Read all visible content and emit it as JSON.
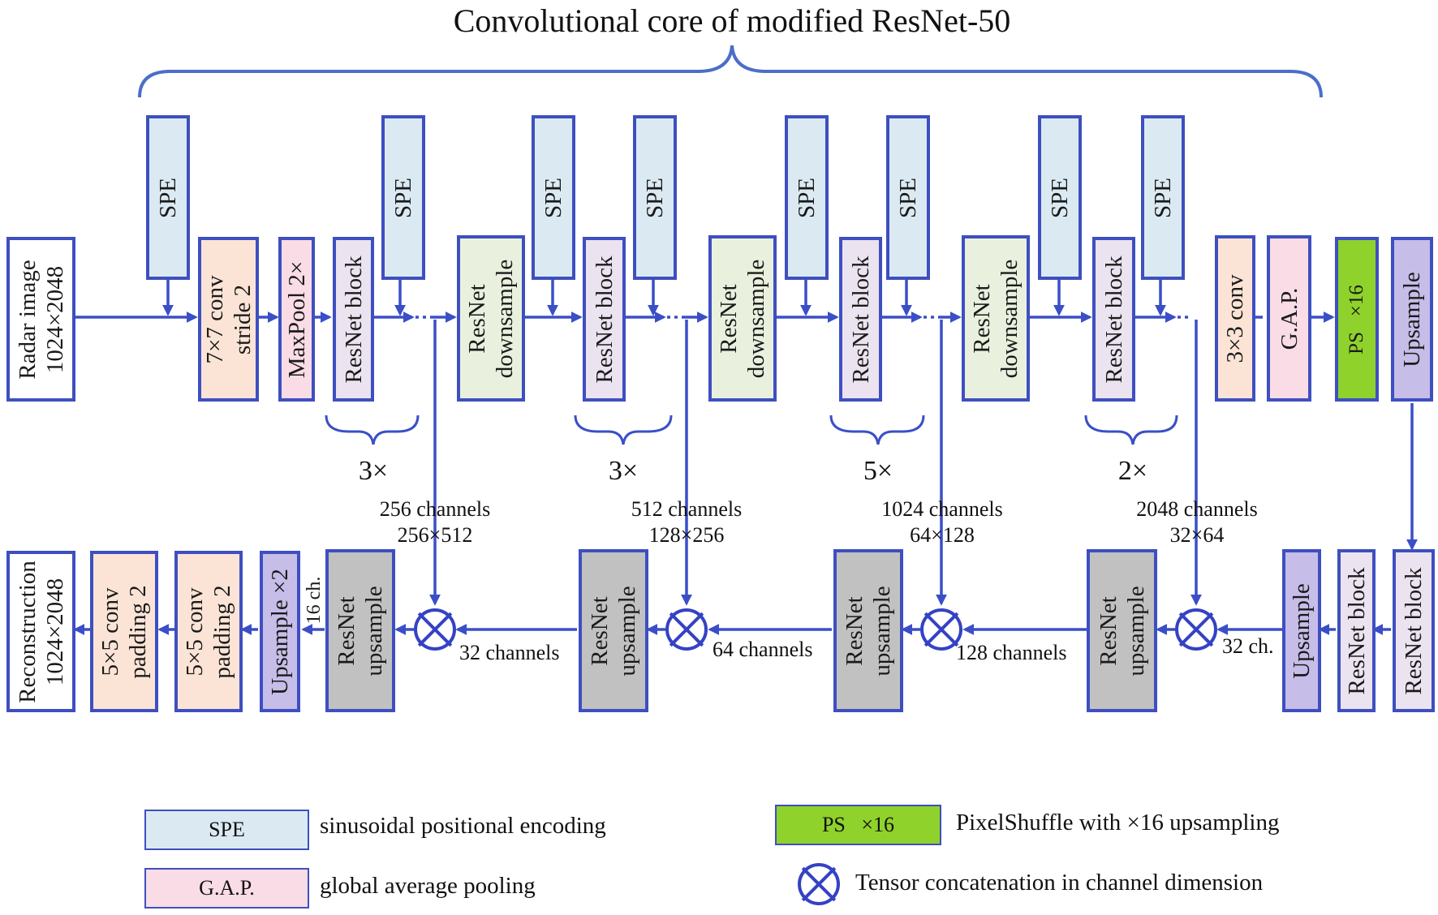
{
  "title": "Convolutional core of modified ResNet-50",
  "colors": {
    "stroke": "#3e4fc0",
    "arrow": "#3a4fc7",
    "spe": "#dbeaf2",
    "conv": "#fbe4d6",
    "pool": "#f9dce6",
    "resblock": "#ebe3ef",
    "downsample": "#e9f1de",
    "upsample_block": "#c1c1c1",
    "upsample": "#c6bde8",
    "pixelshuffle": "#8fd22b"
  },
  "encoder": {
    "input": [
      "Radar image",
      "1024×2048"
    ],
    "spe": "SPE",
    "conv7": [
      "7×7 conv",
      "stride 2"
    ],
    "maxpool": "MaxPool 2×",
    "resblock": "ResNet block",
    "downsample": [
      "ResNet",
      "downsample"
    ],
    "conv3": "3×3 conv",
    "gap": "G.A.P.",
    "ps": [
      "PS",
      "×16"
    ],
    "upsample": "Upsample",
    "repeats": [
      "3×",
      "3×",
      "5×",
      "2×"
    ],
    "skip_channels": [
      "256 channels",
      "512 channels",
      "1024 channels",
      "2048 channels"
    ],
    "skip_sizes": [
      "256×512",
      "128×256",
      "64×128",
      "32×64"
    ]
  },
  "decoder": {
    "resblock": "ResNet block",
    "upsample": "Upsample",
    "resnet_upsample": [
      "ResNet",
      "upsample"
    ],
    "flow_channels": [
      "32 ch.",
      "128 channels",
      "64 channels",
      "32 channels",
      "16 ch."
    ],
    "upsample2": "Upsample ×2",
    "conv5": [
      "5×5 conv",
      "padding 2"
    ],
    "output": [
      "Reconstruction",
      "1024×2048"
    ]
  },
  "legend": [
    {
      "key": "SPE",
      "text": "sinusoidal positional encoding"
    },
    {
      "key": "G.A.P.",
      "text": "global average pooling"
    },
    {
      "key": "PS   ×16",
      "text": "PixelShuffle with ×16 upsampling"
    },
    {
      "key": "⊗",
      "text": "Tensor concatenation in channel dimension"
    }
  ]
}
